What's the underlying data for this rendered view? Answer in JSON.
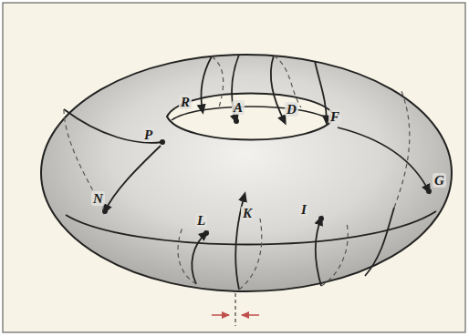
{
  "diagram": {
    "labels": [
      "R",
      "A",
      "D",
      "F",
      "P",
      "N",
      "G",
      "L",
      "K",
      "I"
    ]
  }
}
